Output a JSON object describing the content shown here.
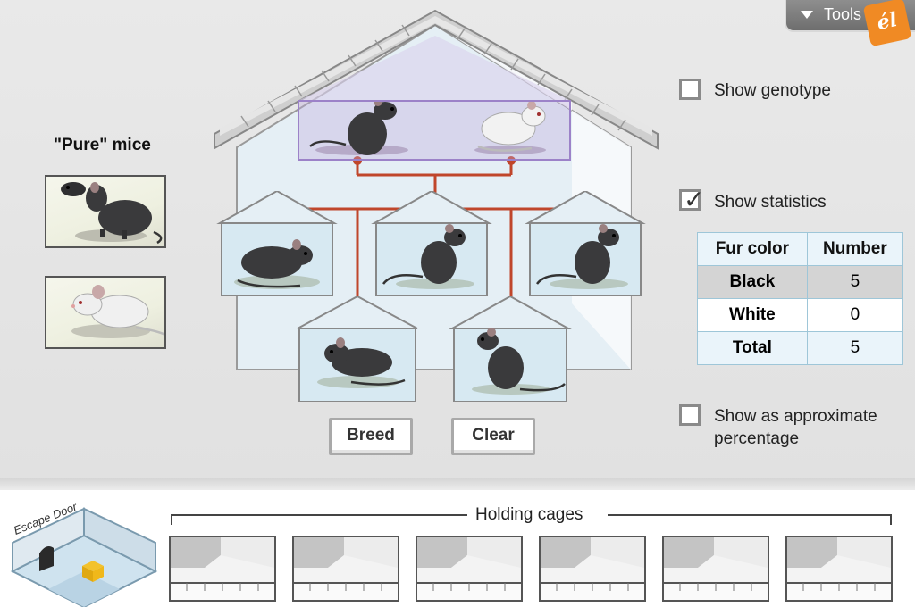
{
  "tools": {
    "label": "Tools",
    "logo": "él"
  },
  "pure_mice": {
    "title": "\"Pure\" mice",
    "mice": [
      "black",
      "white"
    ]
  },
  "buttons": {
    "breed": "Breed",
    "clear": "Clear"
  },
  "options": {
    "show_genotype": {
      "label": "Show genotype",
      "checked": false
    },
    "show_statistics": {
      "label": "Show statistics",
      "checked": true
    },
    "show_percentage": {
      "line1": "Show as approximate",
      "line2": "percentage",
      "checked": false
    }
  },
  "stats": {
    "headers": [
      "Fur color",
      "Number"
    ],
    "rows": [
      {
        "label": "Black",
        "value": "5"
      },
      {
        "label": "White",
        "value": "0"
      },
      {
        "label": "Total",
        "value": "5"
      }
    ]
  },
  "holding": {
    "title": "Holding cages",
    "count": 6
  },
  "escape": {
    "label": "Escape Door"
  },
  "colors": {
    "accent": "#f08a24",
    "tree_line": "#c0462b",
    "table_border": "#9ec6d8",
    "black_row": "#d4d4d4"
  }
}
